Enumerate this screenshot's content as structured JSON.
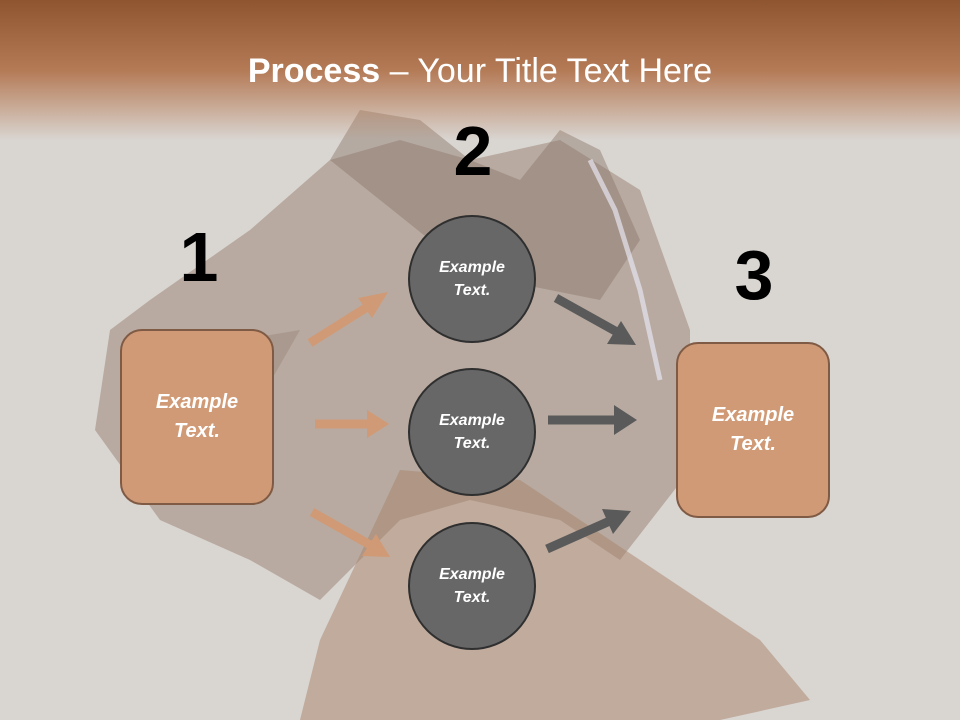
{
  "slide": {
    "title_bold": "Process",
    "title_rest": " – Your Title Text Here"
  },
  "steps": {
    "one": {
      "number": "1",
      "text": "Example\nText."
    },
    "two": {
      "number": "2",
      "items": [
        {
          "text": "Example\nText."
        },
        {
          "text": "Example\nText."
        },
        {
          "text": "Example\nText."
        }
      ]
    },
    "three": {
      "number": "3",
      "text": "Example\nText."
    }
  },
  "colors": {
    "box_fill": "#d09a76",
    "circle_fill": "#676767",
    "arrow_orange": "#d09a76",
    "arrow_gray": "#5a5a5a"
  }
}
